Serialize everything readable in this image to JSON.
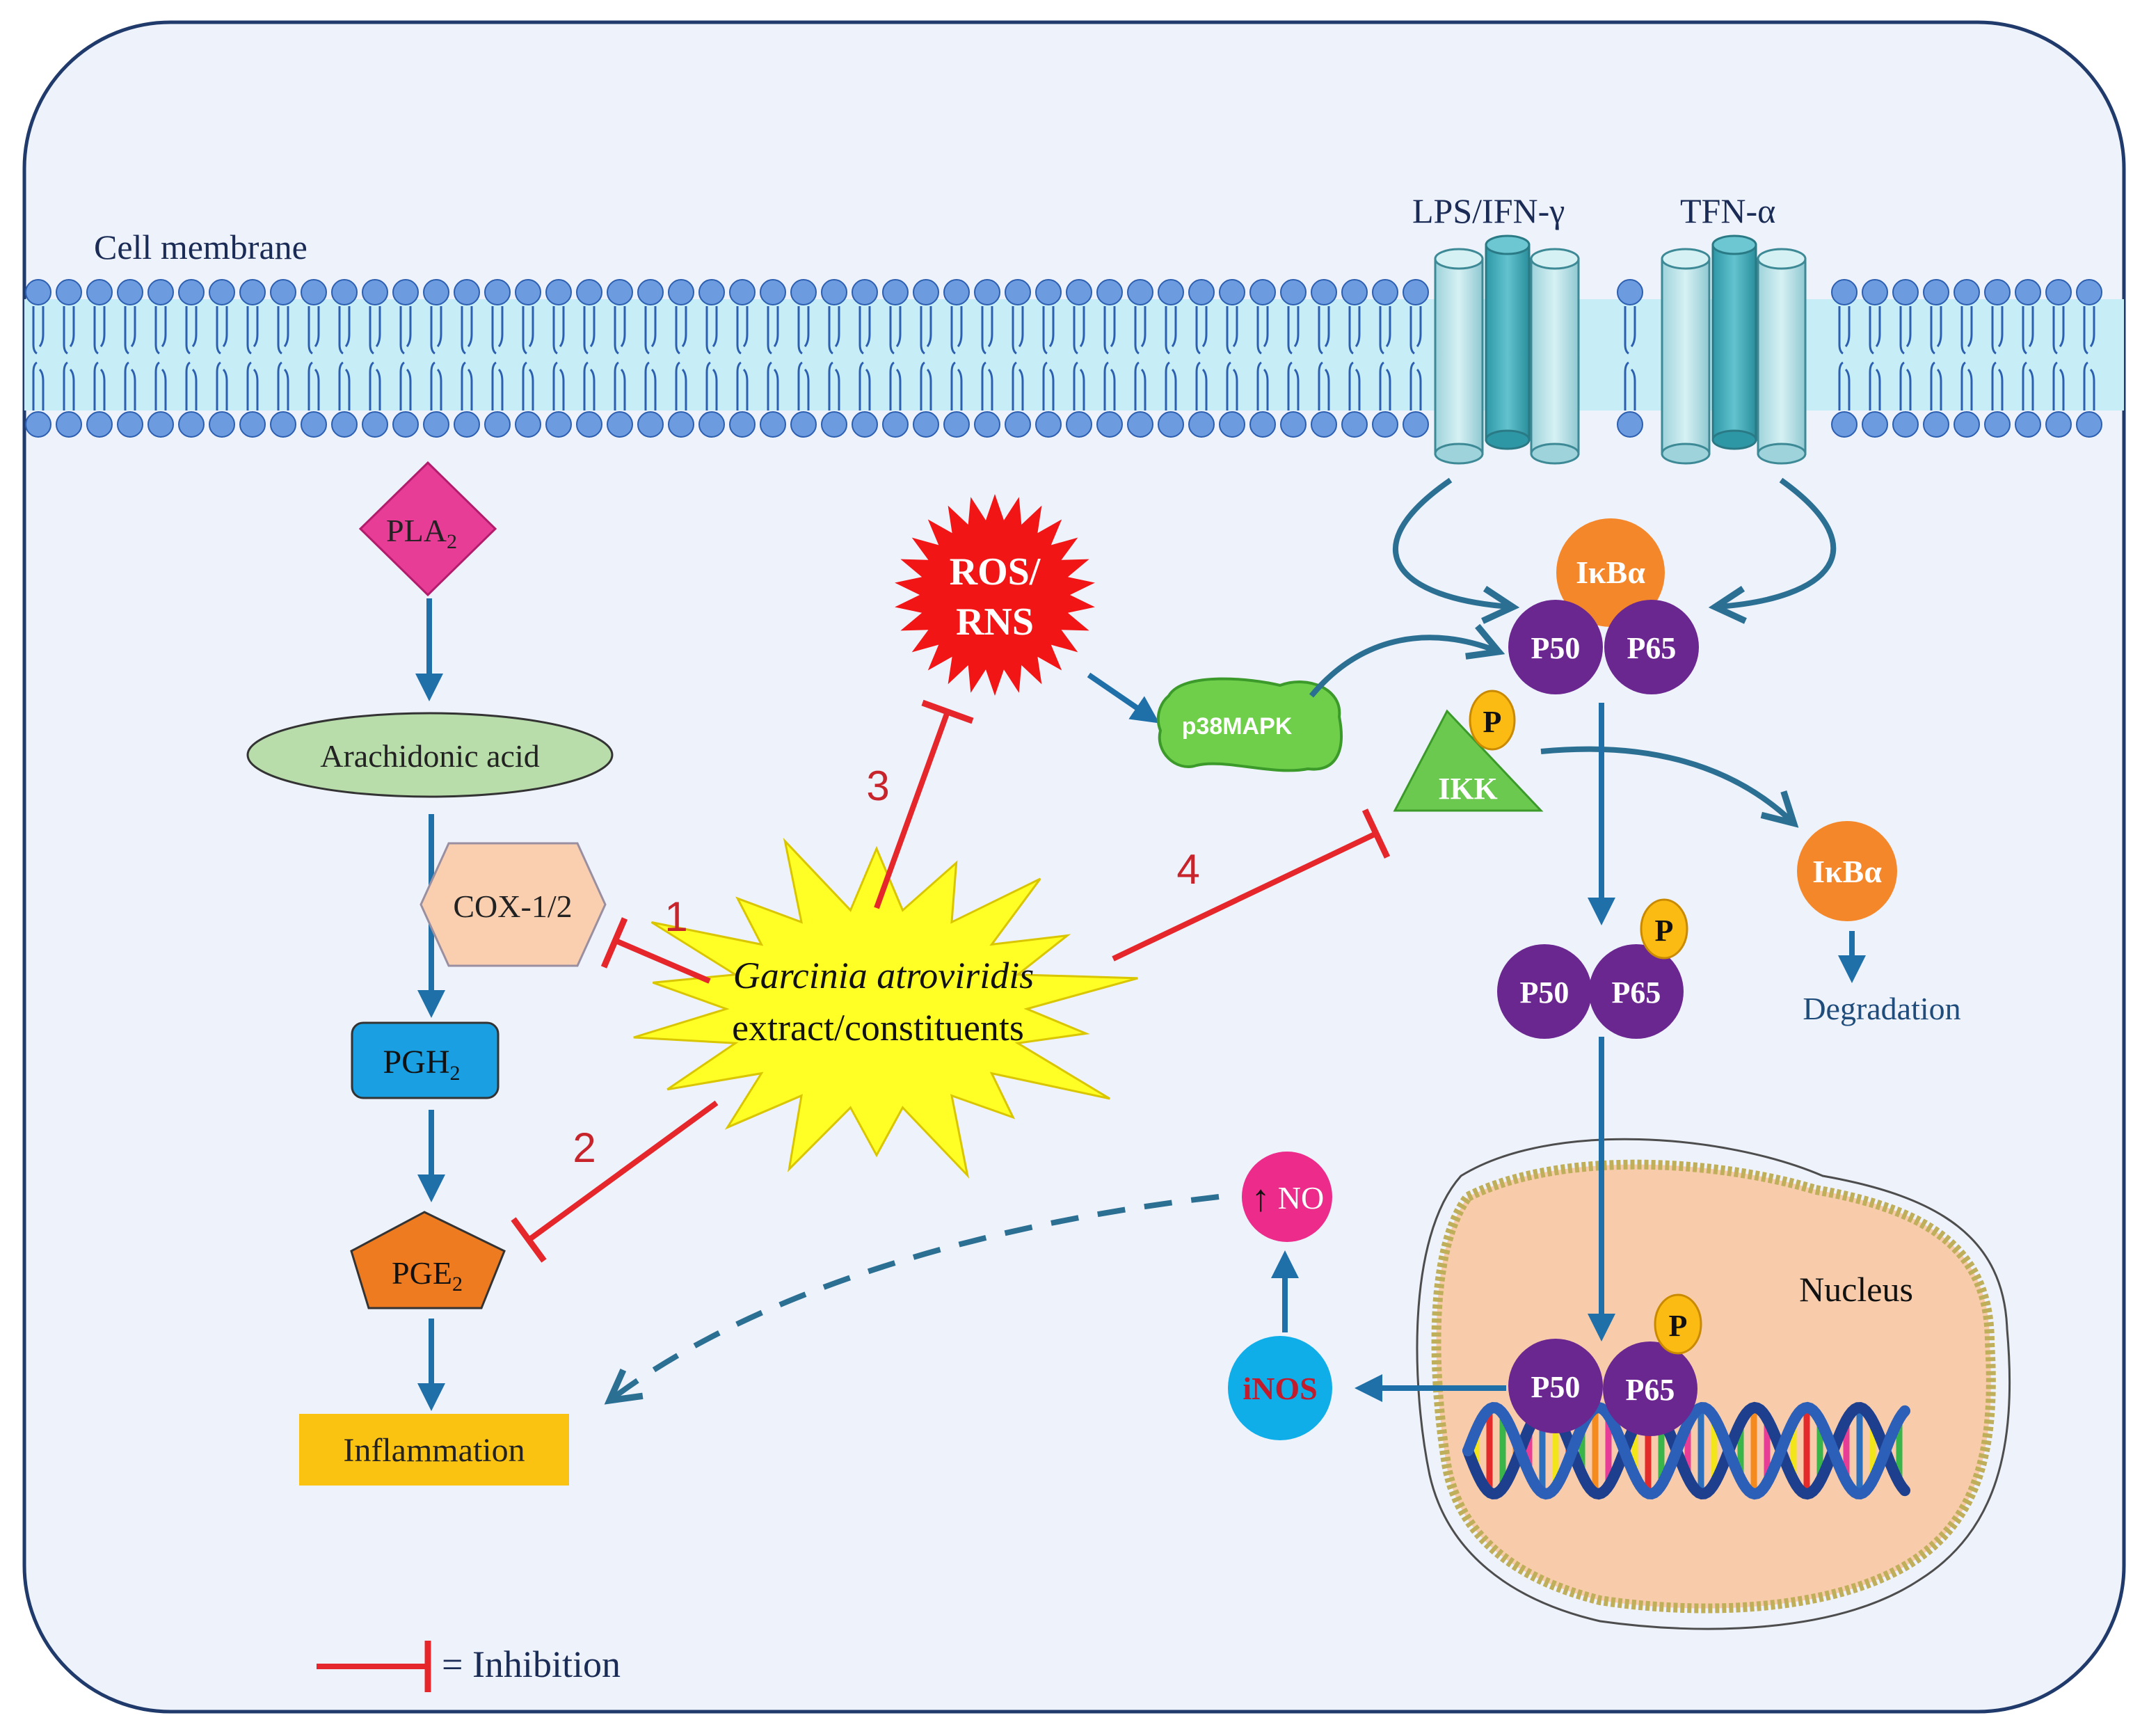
{
  "labels": {
    "cell_membrane": "Cell membrane",
    "lps_ifn": "LPS/IFN-γ",
    "tfn_alpha": "TFN-α",
    "pla2_main": "PLA",
    "pla2_sub": "2",
    "arachidonic_acid": "Arachidonic acid",
    "cox": "COX-1/2",
    "pgh2_main": "PGH",
    "pgh2_sub": "2",
    "pge2_main": "PGE",
    "pge2_sub": "2",
    "inflammation": "Inflammation",
    "ros_line1": "ROS/",
    "ros_line2": "RNS",
    "p38mapk": "p38MAPK",
    "ikk": "IKK",
    "p": "P",
    "ikba": "IκBα",
    "p50": "P50",
    "p65": "P65",
    "degradation": "Degradation",
    "nucleus": "Nucleus",
    "inos": "iNOS",
    "no": "NO",
    "up_arrow": "↑",
    "garcinia_line1": "Garcinia atroviridis",
    "garcinia_line2": "extract/constituents",
    "inhibition_legend": "= Inhibition"
  },
  "inhibition_numbers": {
    "n1": "1",
    "n2": "2",
    "n3": "3",
    "n4": "4"
  },
  "colors": {
    "arrow": "#1f6fa8",
    "inhibition": "#e5262a",
    "cell_fill": "#eef2fb",
    "cell_border": "#1f3a6b",
    "membrane_head": "#6c9be0",
    "membrane_band": "#c7eef6",
    "receptor": "#b9e0e6",
    "receptor_mid": "#4bb0bd",
    "pla2": "#e83d97",
    "arachidonic": "#b8dcaa",
    "cox": "#f9cfb0",
    "pgh2": "#1aa0e2",
    "pge2": "#ef7b21",
    "inflammation": "#fbc311",
    "ros": "#f21515",
    "p38": "#6fcf4a",
    "ikk": "#6cc94f",
    "phospho": "#fbbb13",
    "ikba": "#f4872a",
    "nfkb": "#6b2790",
    "nucleus": "#f8ccab",
    "inos": "#10aee9",
    "no": "#ec2b8b",
    "garcinia": "#ffff26"
  }
}
